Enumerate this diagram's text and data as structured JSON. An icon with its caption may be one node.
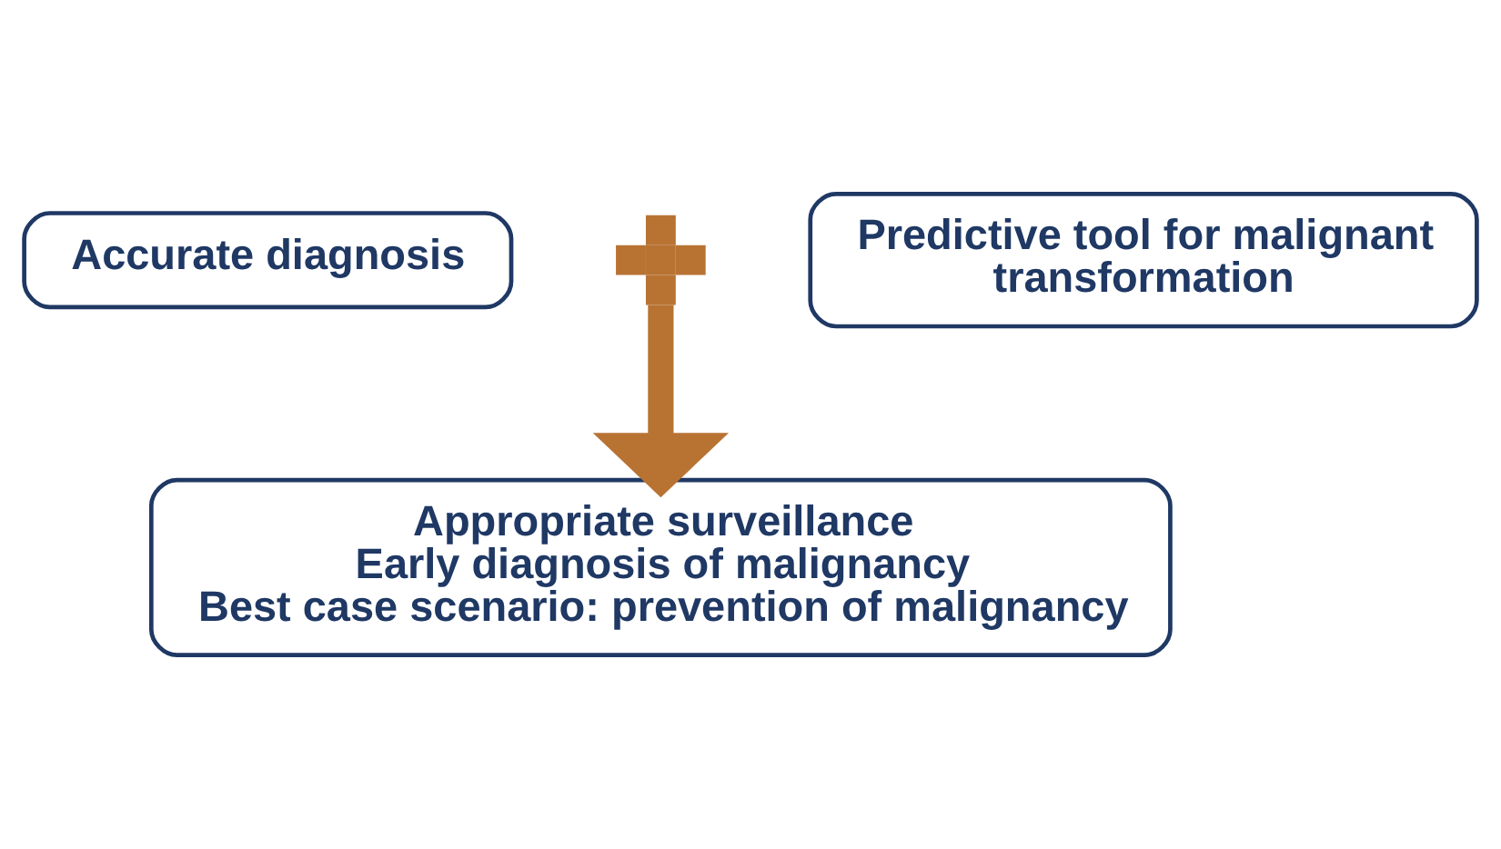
{
  "diagram": {
    "nodes": [
      {
        "text": [
          "Accurate diagnosis"
        ]
      },
      {
        "text": [],
        "shape": "plus"
      },
      {
        "text": [
          "Predictive tool for malignant transformation"
        ]
      },
      {
        "text": [
          "Appropriate surveillance",
          "Early diagnosis of malignancy",
          "Best case scenario: prevention of malignancy"
        ]
      }
    ],
    "edges": [
      {
        "from": 1,
        "to": 3,
        "arrow": "to",
        "color": "#b87333"
      }
    ]
  }
}
